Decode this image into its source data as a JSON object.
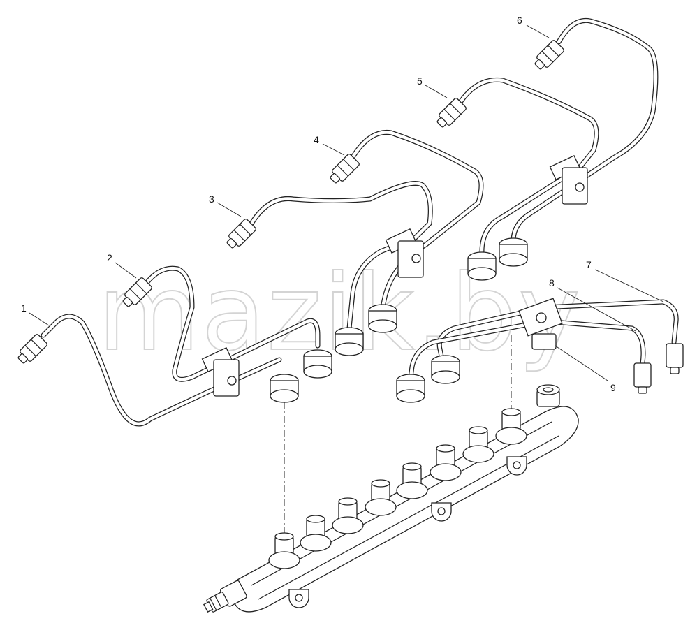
{
  "watermark": "mazik.by",
  "callouts": [
    {
      "label": "1"
    },
    {
      "label": "2"
    },
    {
      "label": "3"
    },
    {
      "label": "4"
    },
    {
      "label": "5"
    },
    {
      "label": "6"
    },
    {
      "label": "7"
    },
    {
      "label": "8"
    },
    {
      "label": "9"
    }
  ],
  "colors": {
    "line": "#222222",
    "background": "#ffffff",
    "watermark": "#d4d4d4"
  }
}
